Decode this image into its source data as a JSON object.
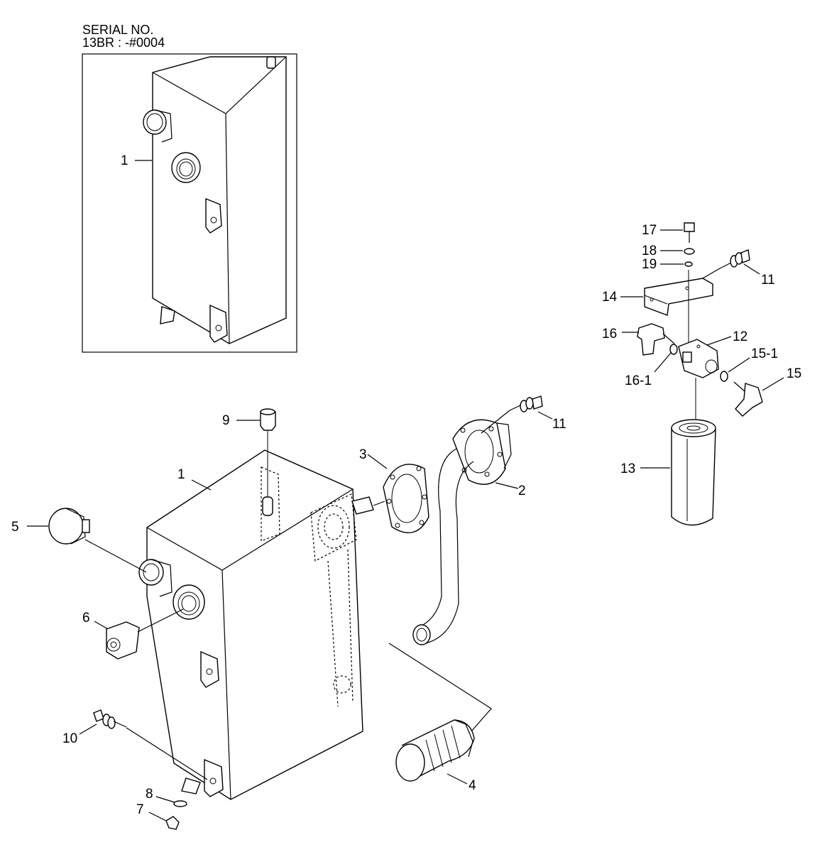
{
  "serial": {
    "line1": "SERIAL NO.",
    "line2": "13BR : -#0004"
  },
  "callouts": {
    "inset_tank": "1",
    "tank": "1",
    "flange_pipe": "2",
    "gasket": "3",
    "strainer": "4",
    "cap": "5",
    "plug_6": "6",
    "plug_7": "7",
    "o_ring_8": "8",
    "breather": "9",
    "bolt_10": "10",
    "bolt_11_left": "11",
    "bolt_11_right": "11",
    "filter_head": "12",
    "filter_element": "13",
    "bracket": "14",
    "elbow_15": "15",
    "o_ring_15_1": "15-1",
    "elbow_16": "16",
    "o_ring_16_1": "16-1",
    "bolt_17": "17",
    "washer_18": "18",
    "washer_19": "19"
  }
}
